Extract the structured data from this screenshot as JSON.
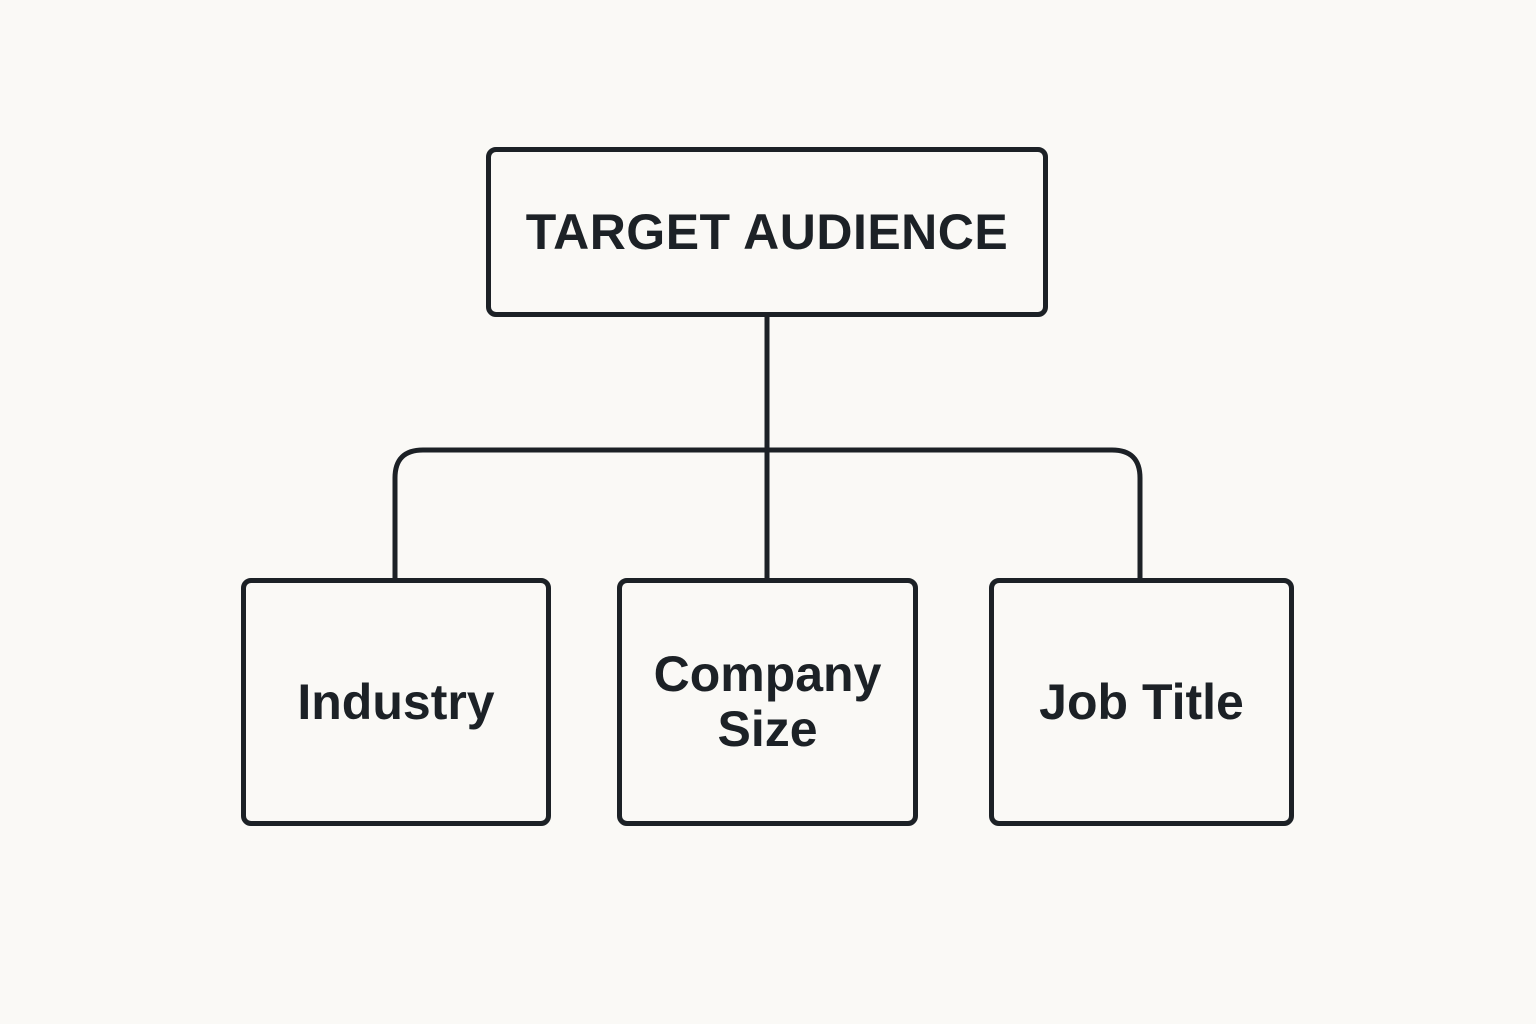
{
  "diagram": {
    "root": {
      "label": "TARGET AUDIENCE"
    },
    "children": [
      {
        "label": "Industry"
      },
      {
        "label": "Company\nSize"
      },
      {
        "label": "Job Title"
      }
    ]
  },
  "colors": {
    "background": "#faf9f6",
    "stroke": "#1c2126",
    "text": "#1c2126"
  }
}
